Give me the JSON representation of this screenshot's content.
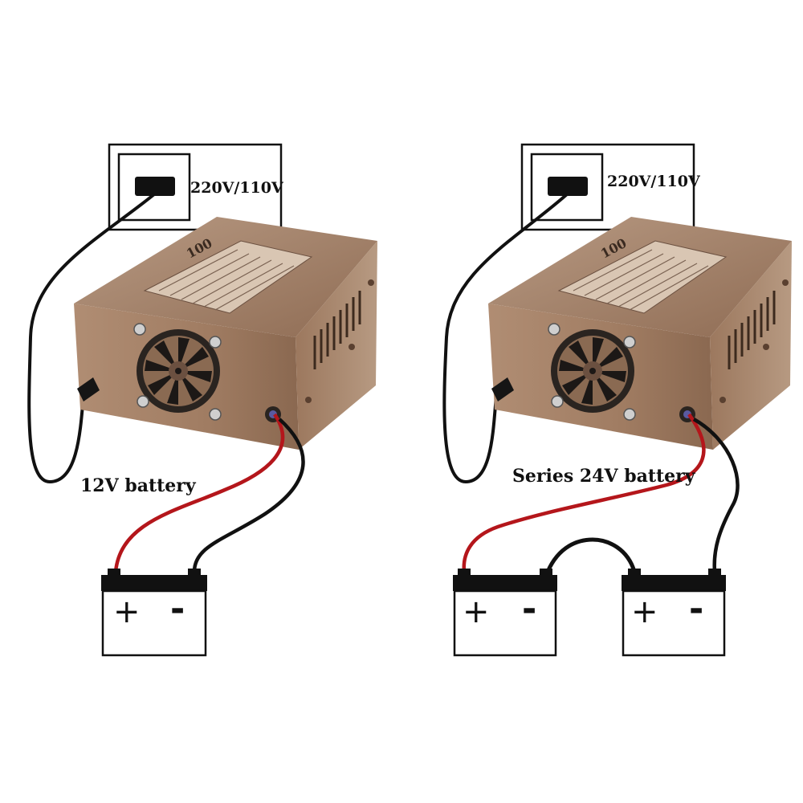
{
  "diagrams": [
    {
      "outlet_label": "220V/110V",
      "battery_label": "12V battery",
      "batteries": [
        {
          "positive": "+",
          "negative": "-"
        }
      ]
    },
    {
      "outlet_label": "220V/110V",
      "battery_label": "Series 24V battery",
      "batteries": [
        {
          "positive": "+",
          "negative": "-"
        },
        {
          "positive": "+",
          "negative": "-"
        }
      ]
    }
  ],
  "colors": {
    "charger_body": "#a9856b",
    "charger_dark": "#7a5a43",
    "wire_black": "#111111",
    "wire_red": "#b4161b",
    "outline": "#111111"
  },
  "icons": [
    "power-outlet-icon",
    "charger-icon",
    "fan-icon",
    "battery-icon"
  ]
}
